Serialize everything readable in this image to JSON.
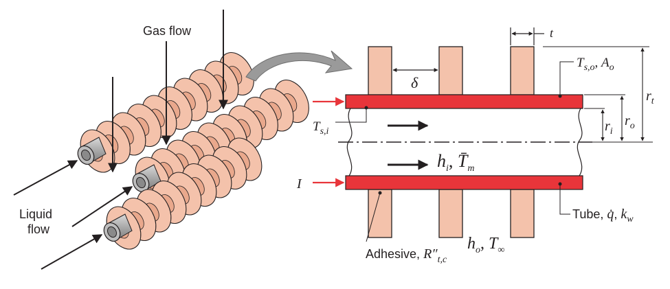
{
  "labels": {
    "gas_flow": "Gas flow",
    "liquid_flow_line1": "Liquid",
    "liquid_flow_line2": "flow",
    "delta": "δ",
    "thickness": "t",
    "outer_surface": {
      "sym": "T",
      "sub": "s,o",
      "sep": ", ",
      "sym2": "A",
      "sub2": "o"
    },
    "rt": {
      "sym": "r",
      "sub": "t"
    },
    "ro": {
      "sym": "r",
      "sub": "o"
    },
    "ri": {
      "sym": "r",
      "sub": "i"
    },
    "inner_surface": {
      "sym": "T",
      "sub": "s,i"
    },
    "inner_conv": {
      "sym": "h",
      "sub": "i",
      "sep": ", ",
      "sym2": "T̄",
      "sub2": "m"
    },
    "current": "I",
    "tube": {
      "text": "Tube, ",
      "sym": "q̇",
      "sep": ", ",
      "sym2": "k",
      "sub2": "w"
    },
    "adhesive": {
      "text": "Adhesive, ",
      "sym": "R″",
      "sub": "t,c"
    },
    "outer_conv": {
      "sym": "h",
      "sub": "o",
      "sep": ", ",
      "sym2": "T",
      "sub2": "∞"
    }
  },
  "colors": {
    "fin": "#f4c2ab",
    "fin_shade": "#e9a88c",
    "tube_red": "#e8353a",
    "tube_dark": "#b7212a",
    "arrow_red": "#e8353a",
    "line": "#231f20",
    "curved_arrow": "#9a9a9a"
  },
  "icons": {
    "curved_arrow": "curved-arrow-icon"
  }
}
